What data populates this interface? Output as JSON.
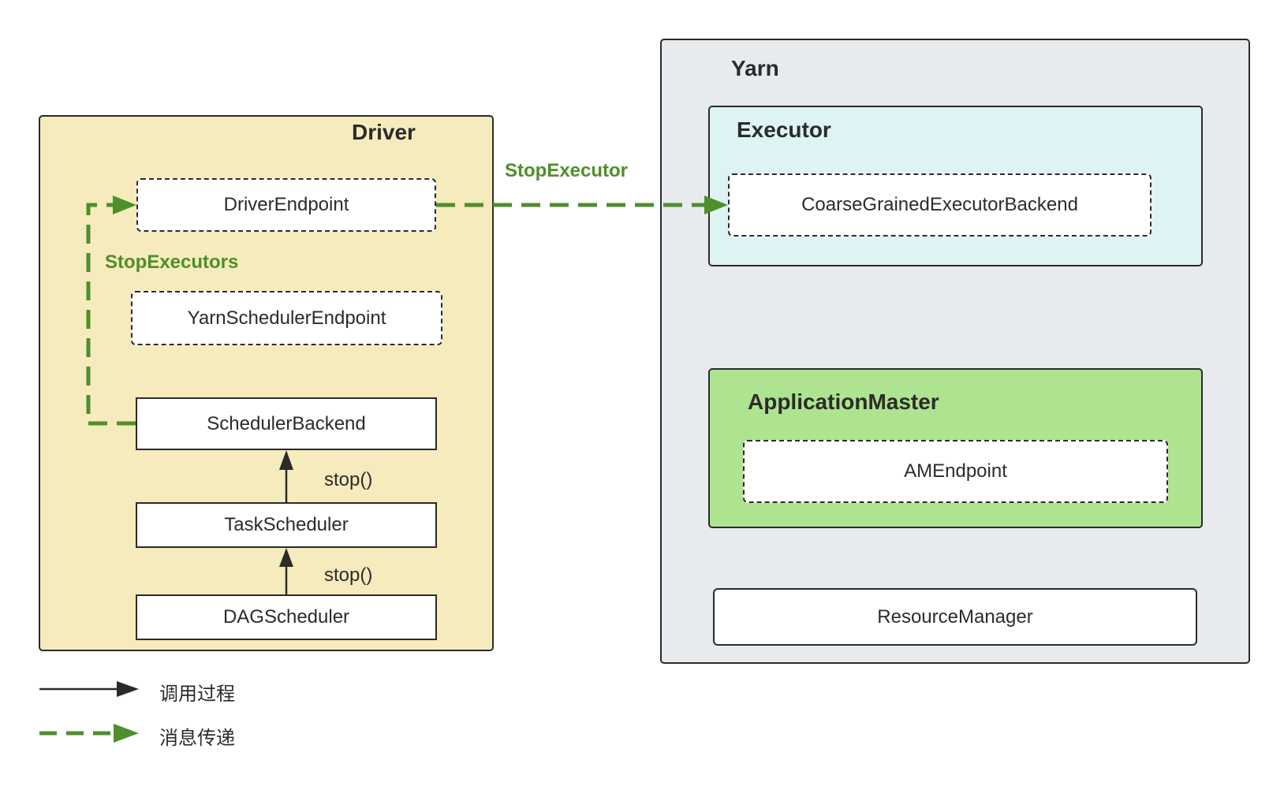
{
  "groups": {
    "driver": "Driver",
    "yarn": "Yarn",
    "executor": "Executor",
    "application_master": "ApplicationMaster"
  },
  "nodes": {
    "driver_endpoint": "DriverEndpoint",
    "yarn_scheduler_endpoint": "YarnSchedulerEndpoint",
    "scheduler_backend": "SchedulerBackend",
    "task_scheduler": "TaskScheduler",
    "dag_scheduler": "DAGScheduler",
    "coarse_grained_executor_backend": "CoarseGrainedExecutorBackend",
    "am_endpoint": "AMEndpoint",
    "resource_manager": "ResourceManager"
  },
  "edges": {
    "stop_executor": "StopExecutor",
    "stop_executors": "StopExecutors",
    "stop_call_1": "stop()",
    "stop_call_2": "stop()"
  },
  "legend": {
    "call": "调用过程",
    "message": "消息传递"
  },
  "colors": {
    "driver_bg": "#f6ebbc",
    "yarn_bg": "#e7ebee",
    "executor_bg": "#ddf3f4",
    "am_bg": "#aee38f",
    "message_green": "#4e8f2b",
    "line_dark": "#2b2b2b"
  }
}
